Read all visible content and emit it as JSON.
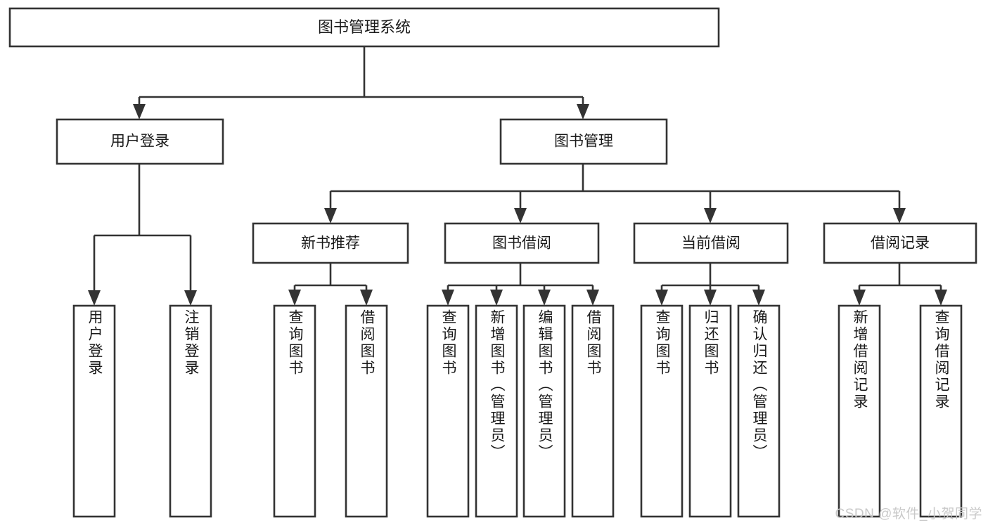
{
  "diagram": {
    "type": "tree",
    "title": "图书管理系统",
    "orientation": "top-down",
    "colors": {
      "box_fill": "#ffffff",
      "box_stroke": "#333333",
      "text": "#1a1a1a",
      "watermark": "#c9c9c9",
      "background": "#ffffff"
    },
    "root": {
      "label": "图书管理系统"
    },
    "level1": [
      {
        "label": "用户登录"
      },
      {
        "label": "图书管理"
      }
    ],
    "level2": [
      {
        "label": "新书推荐"
      },
      {
        "label": "图书借阅"
      },
      {
        "label": "当前借阅"
      },
      {
        "label": "借阅记录"
      }
    ],
    "leaves": {
      "user_login": [
        {
          "label": "用户登录"
        },
        {
          "label": "注销登录"
        }
      ],
      "new_book_recommend": [
        {
          "label": "查询图书"
        },
        {
          "label": "借阅图书"
        }
      ],
      "book_borrow": [
        {
          "label": "查询图书"
        },
        {
          "label": "新增图书（管理员）"
        },
        {
          "label": "编辑图书（管理员）"
        },
        {
          "label": "借阅图书"
        }
      ],
      "current_borrow": [
        {
          "label": "查询图书"
        },
        {
          "label": "归还图书"
        },
        {
          "label": "确认归还（管理员）"
        }
      ],
      "borrow_record": [
        {
          "label": "新增借阅记录"
        },
        {
          "label": "查询借阅记录"
        }
      ]
    }
  },
  "watermark": {
    "text": "CSDN @软件_小贺同学"
  }
}
